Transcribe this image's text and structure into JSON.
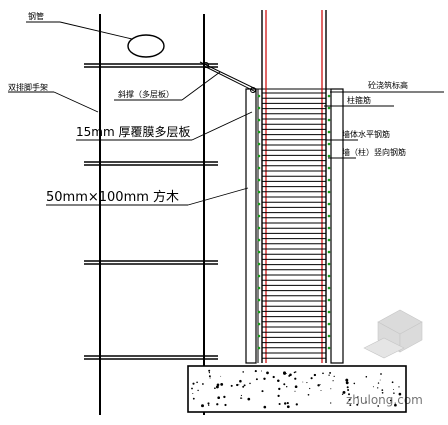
{
  "labels": {
    "steel_pipe": "钢管",
    "double_scaffold": "双排脚手架",
    "diagonal_brace": "斜撑（多层板）",
    "plywood_15mm": "15mm 厚覆膜多层板",
    "timber_50x100": "50mm×100mm 方木",
    "pour_elevation": "砼浇筑标高",
    "column_rebar": "柱箍筋",
    "wall_horizontal_rebar": "墙体水平钢筋",
    "wall_vertical_rebar": "墙（柱）竖向钢筋"
  },
  "watermark": {
    "site": "zhulong.com"
  },
  "colors": {
    "line": "#000000",
    "rebar_red": "#cc0000",
    "rebar_green": "#1a9a1a",
    "concrete_fill": "#ffffff"
  }
}
